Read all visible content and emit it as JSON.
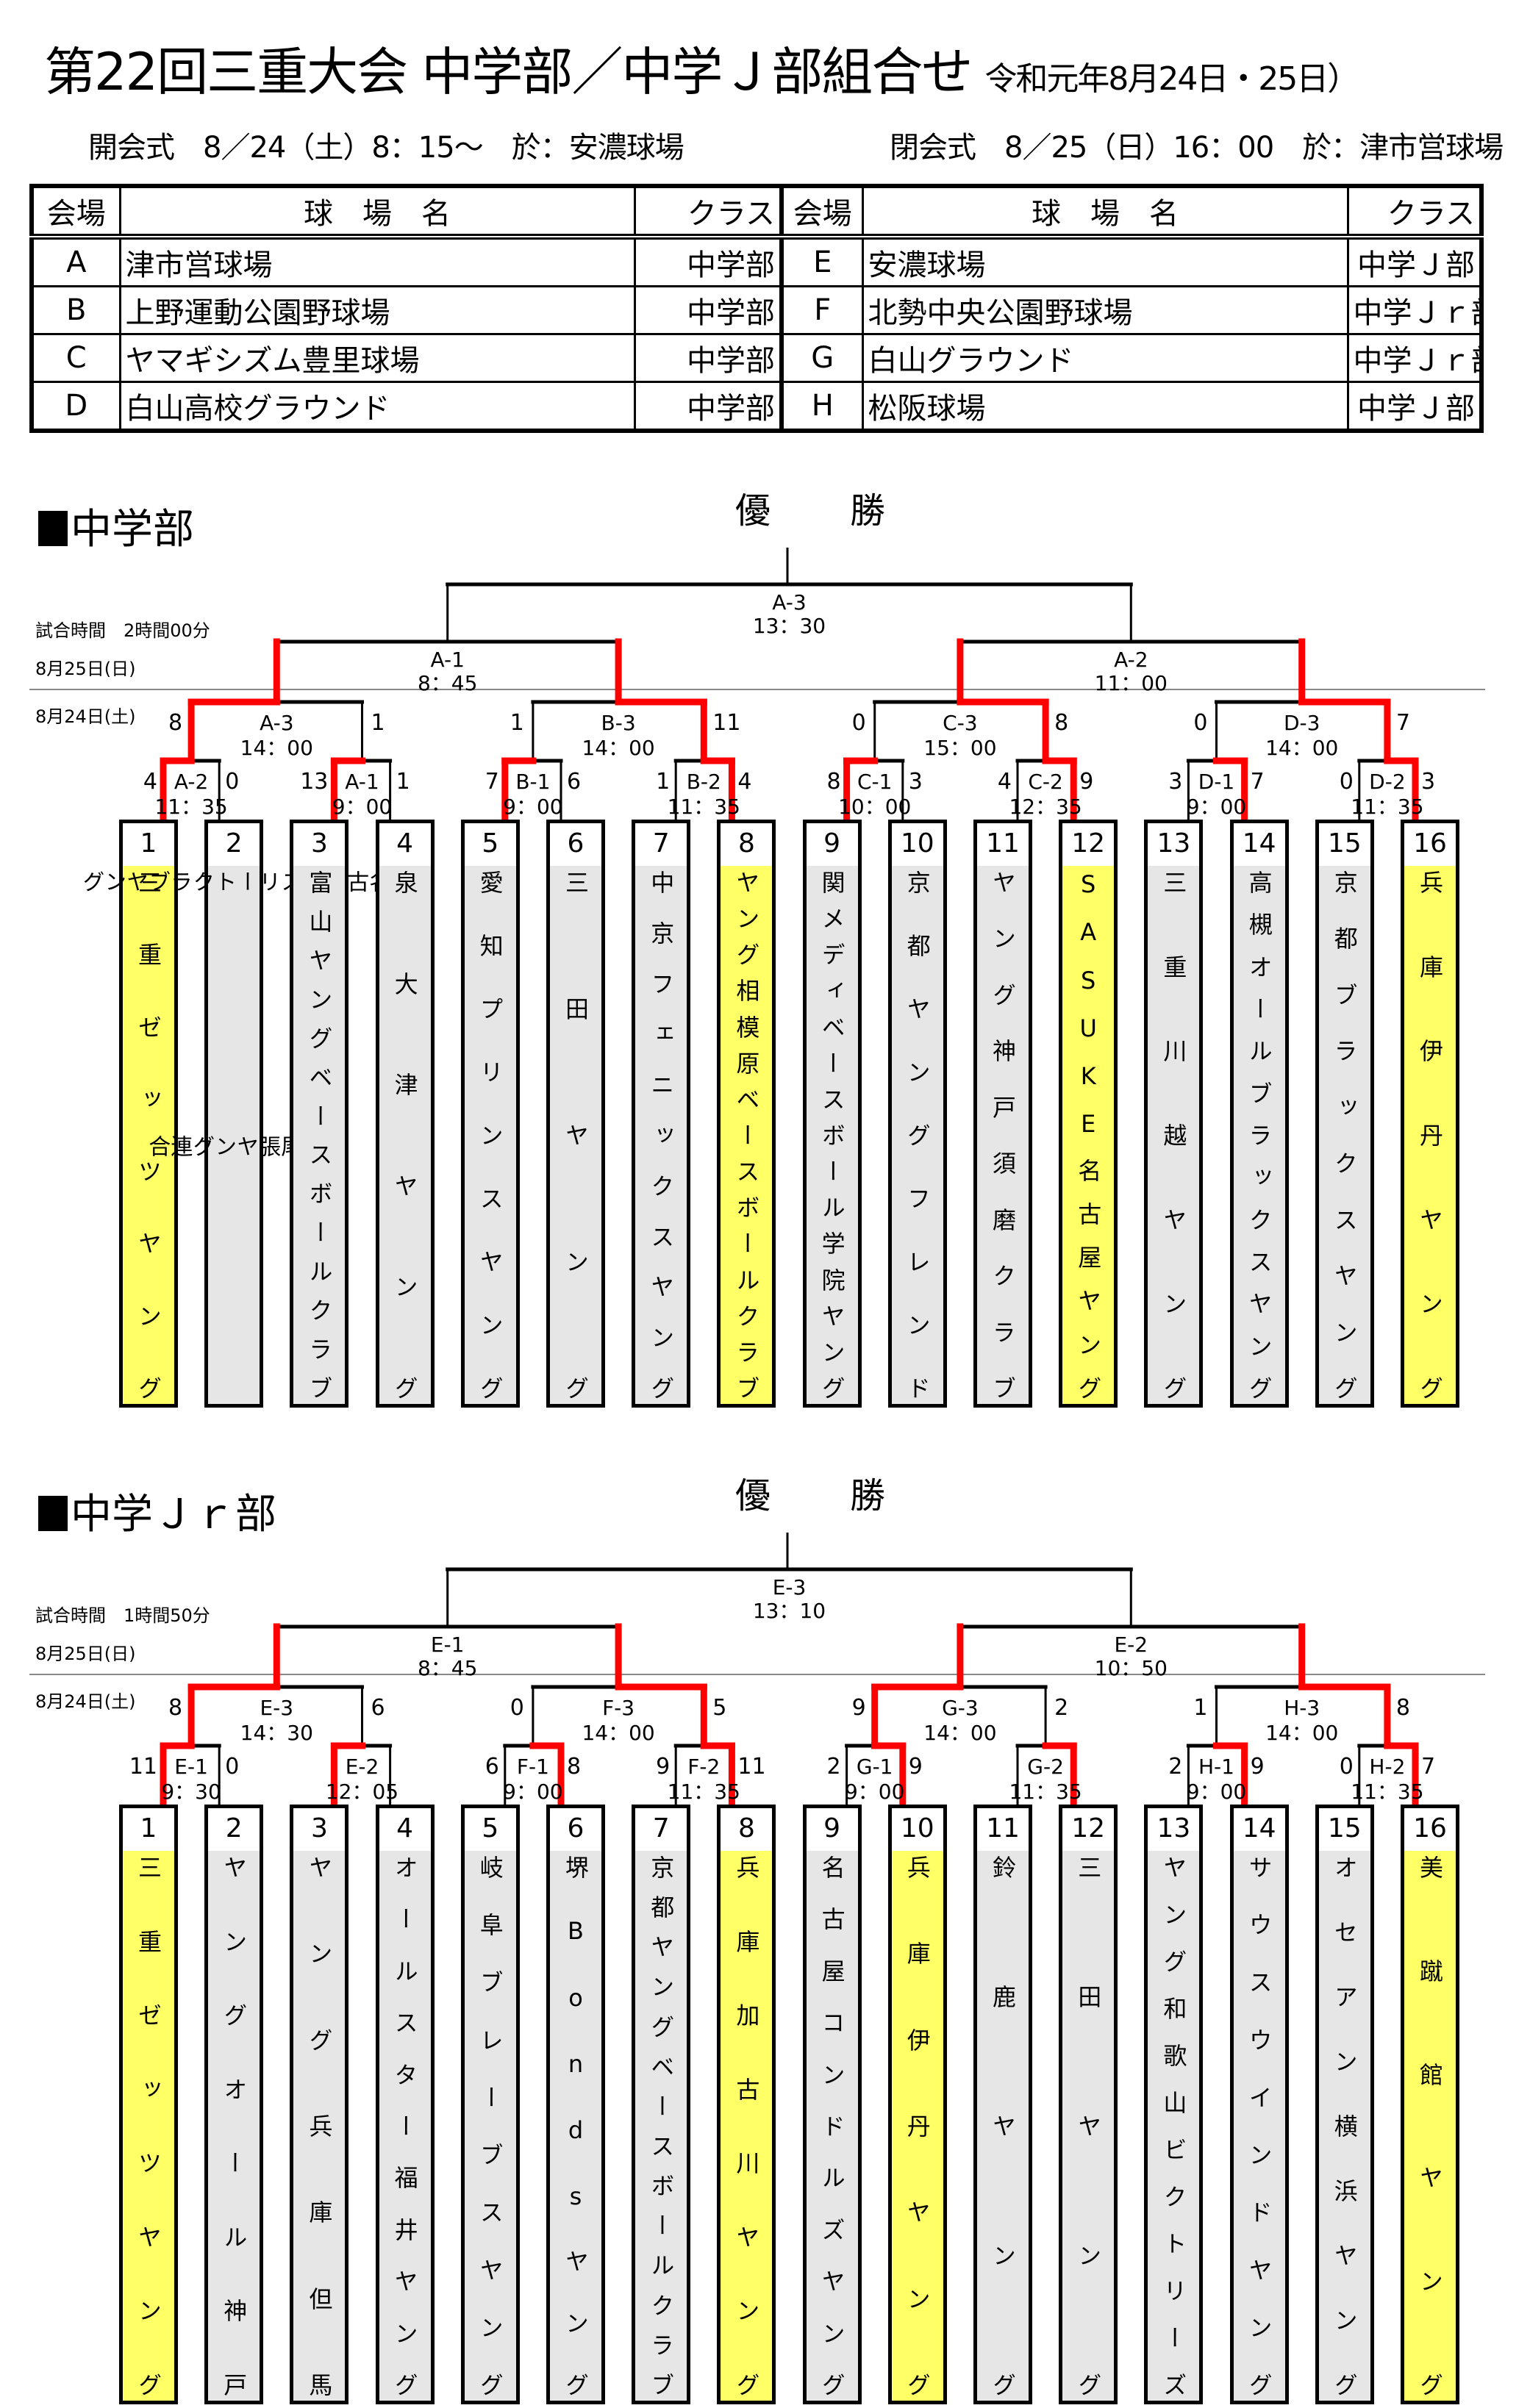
{
  "header": {
    "title": "第22回三重大会 中学部／中学Ｊ部組合せ",
    "title_dates": "令和元年8月24日・25日）",
    "opening": "開会式　8／24（土）8：15〜　於：安濃球場",
    "closing": "閉会式　8／25（日）16：00　於：津市営球場"
  },
  "venues": {
    "headers": [
      "会場",
      "球　場　名",
      "クラス",
      "会場",
      "球　場　名",
      "クラス"
    ],
    "rows": [
      {
        "code_l": "A",
        "name_l": "津市営球場",
        "class_l": "中学部",
        "code_r": "E",
        "name_r": "安濃球場",
        "class_r": "中学Ｊ部"
      },
      {
        "code_l": "B",
        "name_l": "上野運動公園野球場",
        "class_l": "中学部",
        "code_r": "F",
        "name_r": "北勢中央公園野球場",
        "class_r": "中学Ｊｒ部"
      },
      {
        "code_l": "C",
        "name_l": "ヤマギシズム豊里球場",
        "class_l": "中学部",
        "code_r": "G",
        "name_r": "白山グラウンド",
        "class_r": "中学Ｊｒ部"
      },
      {
        "code_l": "D",
        "name_l": "白山高校グラウンド",
        "class_l": "中学部",
        "code_r": "H",
        "name_r": "松阪球場",
        "class_r": "中学Ｊ部"
      }
    ]
  },
  "colors": {
    "winner_path": "#ff0000",
    "winner_team": "#ffff66",
    "team_bg": "#e6e6e6",
    "line": "#000000"
  },
  "sections": [
    {
      "label": "中学部",
      "champion_label": "優　勝",
      "game_time": "試合時間　2時間00分",
      "day2": "8月25日(日)",
      "day1": "8月24日(土)",
      "final": {
        "id": "A-3",
        "time": "13：30"
      },
      "semis": [
        {
          "id": "A-1",
          "time": "8：45",
          "left_won": true,
          "right_won": true
        },
        {
          "id": "A-2",
          "time": "11：00",
          "left_won": true,
          "right_won": true
        }
      ],
      "quarters": [
        {
          "id": "A-3",
          "time": "14：00",
          "score_l": "8",
          "score_r": "1",
          "winner": "left"
        },
        {
          "id": "B-3",
          "time": "14：00",
          "score_l": "1",
          "score_r": "11",
          "winner": "right"
        },
        {
          "id": "C-3",
          "time": "15：00",
          "score_l": "0",
          "score_r": "8",
          "winner": "right"
        },
        {
          "id": "D-3",
          "time": "14：00",
          "score_l": "0",
          "score_r": "7",
          "winner": "right"
        }
      ],
      "firsts": [
        {
          "id": "A-2",
          "time": "11：35",
          "score_l": "4",
          "score_r": "0",
          "winner": "left"
        },
        {
          "id": "A-1",
          "time": "9：00",
          "score_l": "13",
          "score_r": "1",
          "winner": "left"
        },
        {
          "id": "B-1",
          "time": "9：00",
          "score_l": "7",
          "score_r": "6",
          "winner": "left"
        },
        {
          "id": "B-2",
          "time": "11：35",
          "score_l": "1",
          "score_r": "4",
          "winner": "right"
        },
        {
          "id": "C-1",
          "time": "10：00",
          "score_l": "8",
          "score_r": "3",
          "winner": "left"
        },
        {
          "id": "C-2",
          "time": "12：35",
          "score_l": "4",
          "score_r": "9",
          "winner": "right"
        },
        {
          "id": "D-1",
          "time": "9：00",
          "score_l": "3",
          "score_r": "7",
          "winner": "right"
        },
        {
          "id": "D-2",
          "time": "11：35",
          "score_l": "0",
          "score_r": "3",
          "winner": "right"
        }
      ],
      "teams": [
        {
          "num": "1",
          "name": "三重ゼッツヤング",
          "winner": true
        },
        {
          "num": "2",
          "name": "名古屋アスリートクラブヤング｜西尾張ヤング連合",
          "winner": false,
          "two_col": [
            "名古屋アスリートクラブヤング",
            "西尾張ヤング連合"
          ]
        },
        {
          "num": "3",
          "name": "富山ヤングベースボールクラブ",
          "winner": false
        },
        {
          "num": "4",
          "name": "泉大津ヤング",
          "winner": false
        },
        {
          "num": "5",
          "name": "愛知プリンスヤング",
          "winner": false
        },
        {
          "num": "6",
          "name": "三田ヤング",
          "winner": false
        },
        {
          "num": "7",
          "name": "中京フェニックスヤング",
          "winner": false
        },
        {
          "num": "8",
          "name": "ヤング相模原ベースボールクラブ",
          "winner": true
        },
        {
          "num": "9",
          "name": "関メディベースボール学院ヤング",
          "winner": false
        },
        {
          "num": "10",
          "name": "京都ヤングフレンド",
          "winner": false
        },
        {
          "num": "11",
          "name": "ヤング神戸須磨クラブ",
          "winner": false
        },
        {
          "num": "12",
          "name": "SASUKE名古屋ヤング",
          "winner": true
        },
        {
          "num": "13",
          "name": "三重川越ヤング",
          "winner": false
        },
        {
          "num": "14",
          "name": "高槻オールブラックスヤング",
          "winner": false
        },
        {
          "num": "15",
          "name": "京都ブラックスヤング",
          "winner": false
        },
        {
          "num": "16",
          "name": "兵庫伊丹ヤング",
          "winner": true
        }
      ]
    },
    {
      "label": "中学Ｊｒ部",
      "champion_label": "優　勝",
      "game_time": "試合時間　1時間50分",
      "day2": "8月25日(日)",
      "day1": "8月24日(土)",
      "final": {
        "id": "E-3",
        "time": "13：10"
      },
      "semis": [
        {
          "id": "E-1",
          "time": "8：45",
          "left_won": true,
          "right_won": true
        },
        {
          "id": "E-2",
          "time": "10：50",
          "left_won": true,
          "right_won": true
        }
      ],
      "quarters": [
        {
          "id": "E-3",
          "time": "14：30",
          "score_l": "8",
          "score_r": "6",
          "winner": "left"
        },
        {
          "id": "F-3",
          "time": "14：00",
          "score_l": "0",
          "score_r": "5",
          "winner": "right"
        },
        {
          "id": "G-3",
          "time": "14：00",
          "score_l": "9",
          "score_r": "2",
          "winner": "left"
        },
        {
          "id": "H-3",
          "time": "14：00",
          "score_l": "1",
          "score_r": "8",
          "winner": "right"
        }
      ],
      "firsts": [
        {
          "id": "E-1",
          "time": "9：30",
          "score_l": "11",
          "score_r": "0",
          "winner": "left"
        },
        {
          "id": "E-2",
          "time": "12：05",
          "score_l": "",
          "score_r": "",
          "winner": "left"
        },
        {
          "id": "F-1",
          "time": "9：00",
          "score_l": "6",
          "score_r": "8",
          "winner": "right"
        },
        {
          "id": "F-2",
          "time": "11：35",
          "score_l": "9",
          "score_r": "11",
          "winner": "right"
        },
        {
          "id": "G-1",
          "time": "9：00",
          "score_l": "2",
          "score_r": "9",
          "winner": "right"
        },
        {
          "id": "G-2",
          "time": "11：35",
          "score_l": "",
          "score_r": "",
          "winner": "right"
        },
        {
          "id": "H-1",
          "time": "9：00",
          "score_l": "2",
          "score_r": "9",
          "winner": "right"
        },
        {
          "id": "H-2",
          "time": "11：35",
          "score_l": "0",
          "score_r": "7",
          "winner": "right"
        }
      ],
      "teams": [
        {
          "num": "1",
          "name": "三重ゼッツヤング",
          "winner": true
        },
        {
          "num": "2",
          "name": "ヤングオール神戸",
          "winner": false
        },
        {
          "num": "3",
          "name": "ヤング兵庫但馬",
          "winner": false
        },
        {
          "num": "4",
          "name": "オールスター福井ヤング",
          "winner": false
        },
        {
          "num": "5",
          "name": "岐阜ブレーブスヤング",
          "winner": false
        },
        {
          "num": "6",
          "name": "堺Bondsヤング",
          "winner": false
        },
        {
          "num": "7",
          "name": "京都ヤングベースボールクラブ",
          "winner": false
        },
        {
          "num": "8",
          "name": "兵庫加古川ヤング",
          "winner": true
        },
        {
          "num": "9",
          "name": "名古屋コンドルズヤング",
          "winner": false
        },
        {
          "num": "10",
          "name": "兵庫伊丹ヤング",
          "winner": true
        },
        {
          "num": "11",
          "name": "鈴鹿ヤング",
          "winner": false
        },
        {
          "num": "12",
          "name": "三田ヤング",
          "winner": false
        },
        {
          "num": "13",
          "name": "ヤング和歌山ビクトリーズ",
          "winner": false
        },
        {
          "num": "14",
          "name": "サウスウインドヤング",
          "winner": false
        },
        {
          "num": "15",
          "name": "オセアン横浜ヤング",
          "winner": false
        },
        {
          "num": "16",
          "name": "美蹴館ヤング",
          "winner": true
        }
      ]
    }
  ]
}
